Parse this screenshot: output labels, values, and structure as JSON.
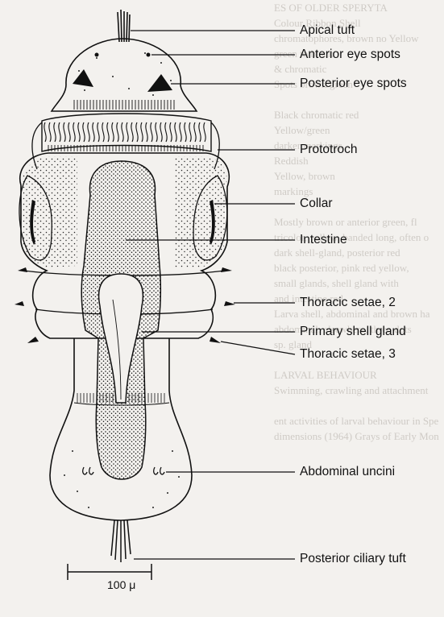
{
  "labels": {
    "apical_tuft": "Apical tuft",
    "anterior_eye_spots": "Anterior eye spots",
    "posterior_eye_spots": "Posterior eye spots",
    "prototroch": "Prototroch",
    "collar": "Collar",
    "intestine": "Intestine",
    "thoracic_setae_2": "Thoracic setae, 2",
    "primary_shell_gland": "Primary shell gland",
    "thoracic_setae_3": "Thoracic setae, 3",
    "abdominal_uncini": "Abdominal uncini",
    "posterior_ciliary_tuft": "Posterior ciliary tuft"
  },
  "scale_bar": {
    "label": "100 μ"
  },
  "background_text": [
    "ES OF OLDER SPERYTA",
    "Colour      Ribbon     Shell",
    "chromatophores, brown   no  Yellow",
    "green to black",
    "& chromatic",
    "Spots brown/green",
    "",
    "Black chromatic red",
    "Yellow/green",
    "darker markings",
    "Reddish",
    "Yellow, brown",
    "markings",
    "",
    "Mostly brown or anterior green, fl",
    "tricolor, yellow, banded long, often o",
    "dark shell-gland, posterior red",
    "black posterior, pink red yellow,",
    "small glands, shell gland with",
    "and intestine red",
    "Larva shell, abdominal and brown ha",
    "abdominal, elsewhere, three dots",
    "sp. gland",
    "",
    "LARVAL BEHAVIOUR",
    "Swimming, crawling and attachment",
    "",
    "ent activities of larval behaviour in Spe",
    "dimensions (1964) Grays of Early Mon"
  ]
}
